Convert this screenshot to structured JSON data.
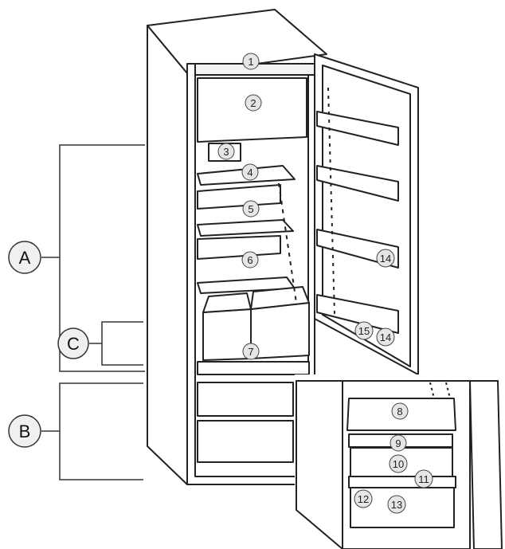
{
  "figure": {
    "groups": [
      {
        "id": "A",
        "label": "A"
      },
      {
        "id": "B",
        "label": "B"
      },
      {
        "id": "C",
        "label": "C"
      }
    ],
    "markers": [
      {
        "id": "m1",
        "label": "1"
      },
      {
        "id": "m2",
        "label": "2"
      },
      {
        "id": "m3",
        "label": "3"
      },
      {
        "id": "m4",
        "label": "4"
      },
      {
        "id": "m5",
        "label": "5"
      },
      {
        "id": "m6",
        "label": "6"
      },
      {
        "id": "m7",
        "label": "7"
      },
      {
        "id": "m8",
        "label": "8"
      },
      {
        "id": "m9",
        "label": "9"
      },
      {
        "id": "m10",
        "label": "10"
      },
      {
        "id": "m11",
        "label": "11"
      },
      {
        "id": "m12",
        "label": "12"
      },
      {
        "id": "m13",
        "label": "13"
      },
      {
        "id": "m14a",
        "label": "14"
      },
      {
        "id": "m14b",
        "label": "14"
      },
      {
        "id": "m15",
        "label": "15"
      }
    ]
  }
}
